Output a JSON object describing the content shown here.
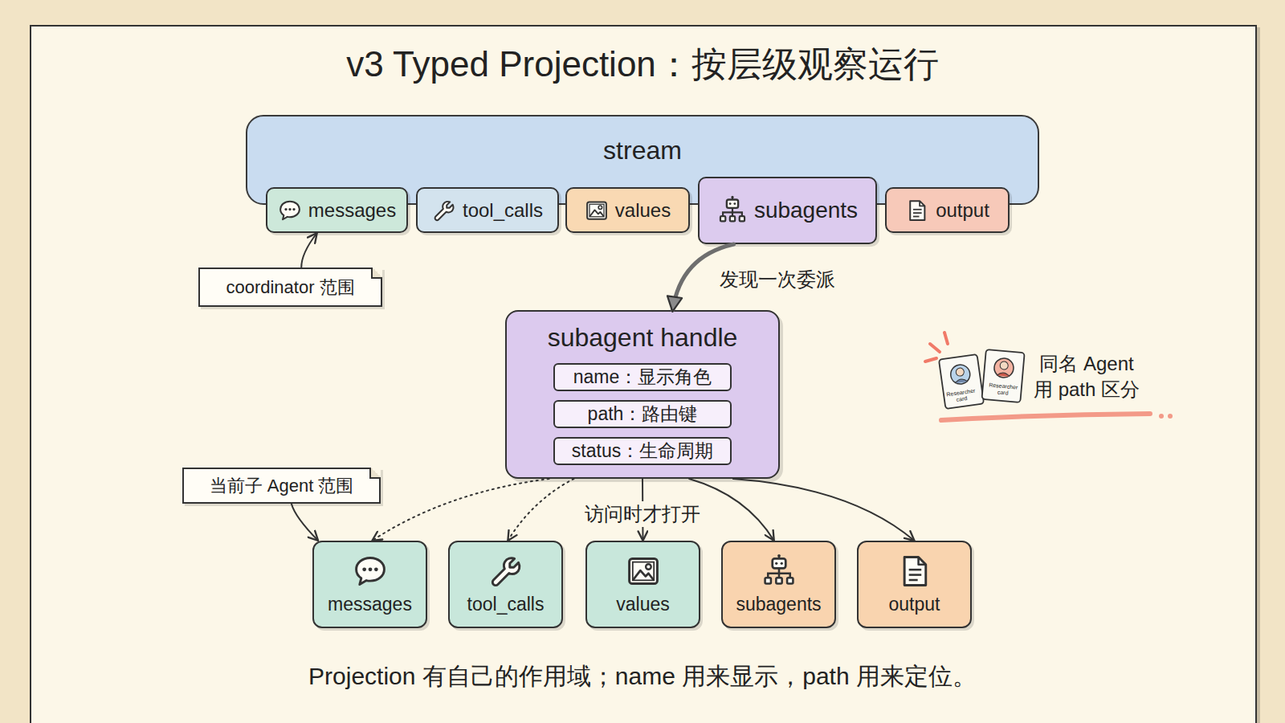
{
  "diagram": {
    "title": "v3 Typed Projection：按层级观察运行",
    "caption": "Projection 有自己的作用域；name 用来显示，path 用来定位。",
    "nodes": [
      {
        "text": [
          "stream"
        ]
      },
      {
        "text": [
          "messages"
        ],
        "in": 0
      },
      {
        "text": [
          "tool_calls"
        ],
        "in": 0
      },
      {
        "text": [
          "values"
        ],
        "in": 0
      },
      {
        "text": [
          "subagents"
        ],
        "in": 0
      },
      {
        "text": [
          "output"
        ],
        "in": 0
      },
      {
        "text": [
          "coordinator 范围"
        ]
      },
      {
        "text": [
          "subagent handle"
        ]
      },
      {
        "text": [
          "name：显示角色"
        ],
        "in": 7
      },
      {
        "text": [
          "path：路由键"
        ],
        "in": 7
      },
      {
        "text": [
          "status：生命周期"
        ],
        "in": 7
      },
      {
        "text": [
          "当前子 Agent 范围"
        ]
      },
      {
        "text": [
          "messages"
        ]
      },
      {
        "text": [
          "tool_calls"
        ]
      },
      {
        "text": [
          "values"
        ]
      },
      {
        "text": [
          "subagents"
        ]
      },
      {
        "text": [
          "output"
        ]
      }
    ],
    "edges": [
      {
        "from": 6,
        "to": 1,
        "arrow": "to"
      },
      {
        "from": 4,
        "to": 7,
        "label": "发现一次委派",
        "arrow": "to"
      },
      {
        "from": 11,
        "to": 12,
        "arrow": "to"
      },
      {
        "from": 7,
        "to": 12,
        "arrow": "to"
      },
      {
        "from": 7,
        "to": 13,
        "arrow": "to"
      },
      {
        "from": 7,
        "to": 14,
        "label": "访问时才打开",
        "arrow": "to"
      },
      {
        "from": 7,
        "to": 15,
        "arrow": "to"
      },
      {
        "from": 7,
        "to": 16,
        "arrow": "to"
      }
    ],
    "labels": [
      "同名 Agent 用 path 区分",
      "Researcher card",
      "Researcher card"
    ]
  }
}
